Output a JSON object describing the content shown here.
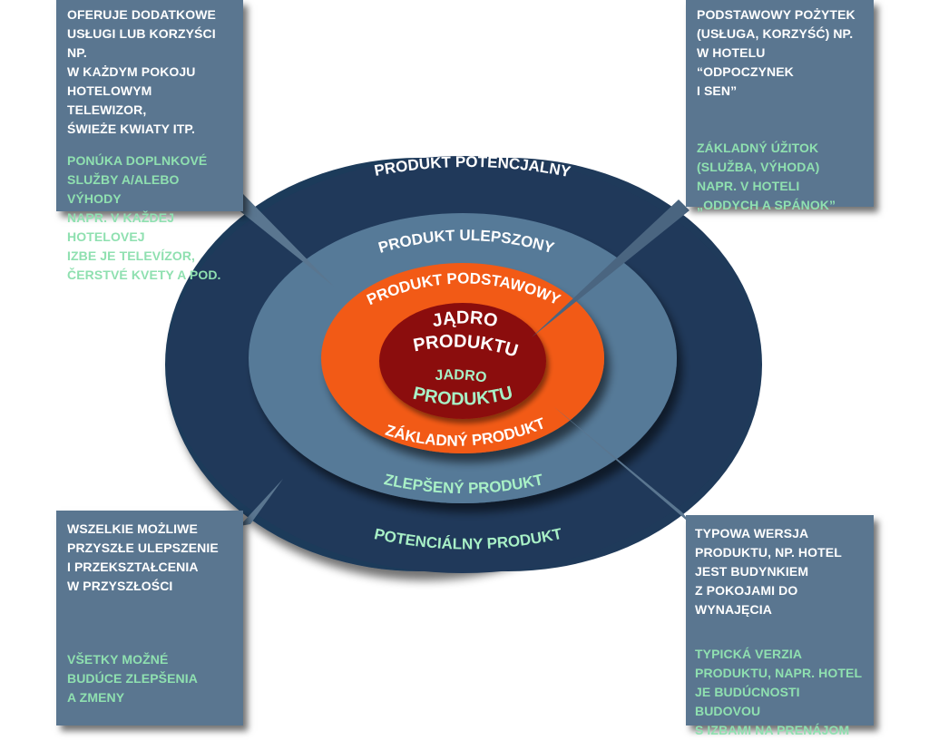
{
  "rings": {
    "outer_pl": "PRODUKT POTENCJALNY",
    "outer_sk": "POTENCIÁLNY PRODUKT",
    "second_pl": "PRODUKT ULEPSZONY",
    "second_sk": "ZLEPŠENÝ PRODUKT",
    "third_pl": "PRODUKT PODSTAWOWY",
    "third_sk": "ZÁKLADNÝ PRODUKT",
    "core_pl_line1": "JĄDRO",
    "core_pl_line2": "PRODUKTU",
    "core_sk_line1": "JADRO",
    "core_sk_line2": "PRODUKTU"
  },
  "callouts": {
    "top_left_pl": "OFERUJE DODATKOWE\nUSŁUGI LUB KORZYŚCI NP.\nW KAŻDYM POKOJU\nHOTELOWYM TELEWIZOR,\nŚWIEŻE KWIATY ITP.",
    "top_left_sk": "PONÚKA DOPLNKOVÉ\nSLUŽBY A/ALEBO VÝHODY\nNAPR. V KAŽDEJ HOTELOVEJ\nIZBE JE TELEVÍZOR,\nČERSTVÉ KVETY A POD.",
    "top_right_pl": "PODSTAWOWY POŻYTEK\n(USŁUGA, KORZYŚĆ) NP.\nW HOTELU “ODPOCZYNEK\nI SEN”",
    "top_right_sk": "ZÁKLADNÝ ÚŽITOK\n(SLUŽBA, VÝHODA)\nNAPR. V HOTELI\n„ODDYCH A SPÁNOK”",
    "bottom_left_pl": "WSZELKIE MOŻLIWE\nPRZYSZŁE ULEPSZENIE\nI PRZEKSZTAŁCENIA\nW PRZYSZŁOŚCI",
    "bottom_left_sk": "VŠETKY MOŽNÉ\nBUDÚCE ZLEPŠENIA\nA ZMENY",
    "bottom_right_pl": "TYPOWA WERSJA\nPRODUKTU, NP. HOTEL\nJEST BUDYNKIEM\nZ POKOJAMI DO WYNAJĘCIA",
    "bottom_right_sk": "TYPICKÁ VERZIA\nPRODUKTU, NAPR. HOTEL\nJE  BUDÚCNOSTI BUDOVOU\nS IZBAMI NA PRENÁJOM"
  },
  "colors": {
    "outer_ring": "#1f3a5a",
    "second_ring": "#577a98",
    "third_ring": "#f25a14",
    "core": "#8b0d0d",
    "callout_bg": "#5a7690",
    "slovak_text": "#8fe0b0",
    "polish_ring_text": "#ffffff",
    "slovak_ring_text": "#a8f0c6",
    "pointer": "#5a7690"
  }
}
